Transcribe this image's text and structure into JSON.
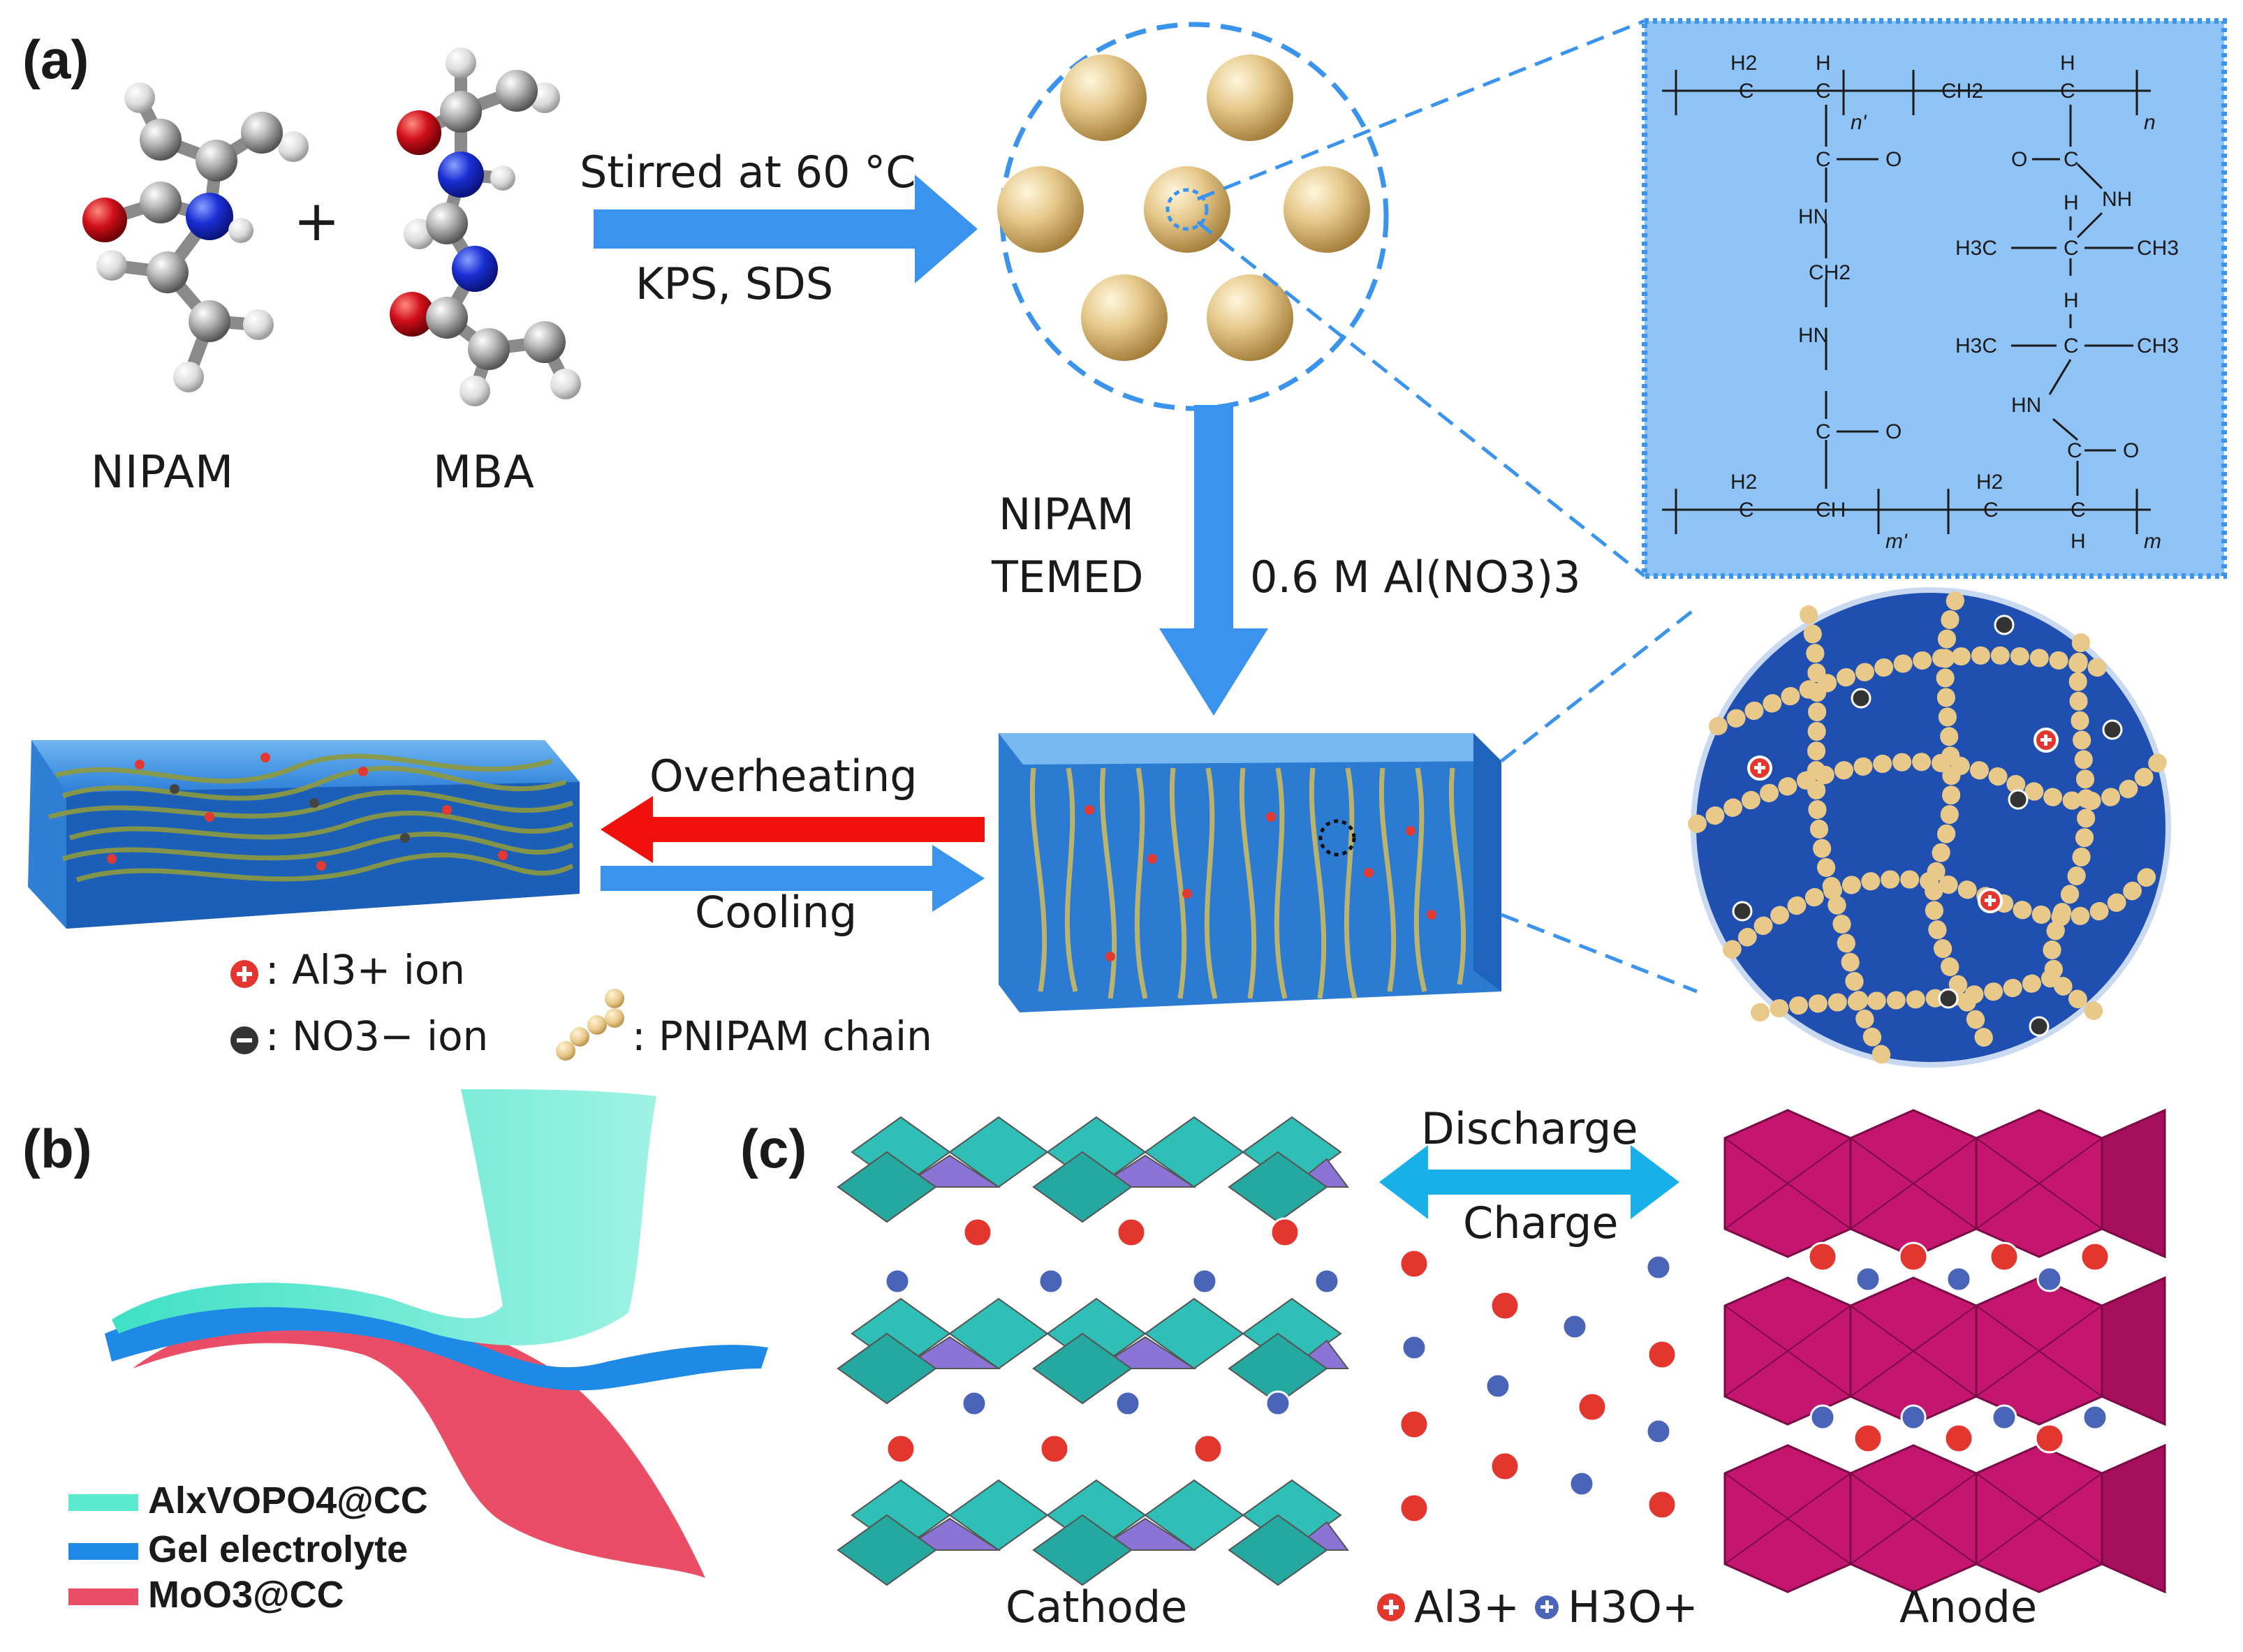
{
  "panels": {
    "a": "(a)",
    "b": "(b)",
    "c": "(c)"
  },
  "molecules": {
    "nipam": "NIPAM",
    "mba": "MBA",
    "plus": "+"
  },
  "synthesis": {
    "step1_top": "Stirred at 60 °C",
    "step1_bottom": "KPS, SDS",
    "step2_left_1": "NIPAM",
    "step2_left_2": "TEMED",
    "step2_right": "0.6 M Al(NO3)3"
  },
  "chem_structure": {
    "h2": "H2",
    "h": "H",
    "c": "C",
    "ch2": "CH2",
    "ch": "CH",
    "o": "O",
    "nh": "NH",
    "hn": "HN",
    "h3c": "H3C",
    "ch3": "CH3",
    "sub_n_prime": "n'",
    "sub_n": "n",
    "sub_m_prime": "m'",
    "sub_m": "m"
  },
  "thermal": {
    "overheating": "Overheating",
    "cooling": "Cooling"
  },
  "legend_a": {
    "al_ion": ": Al3+  ion",
    "no3_ion": ": NO3−  ion",
    "pnipam": ": PNIPAM chain"
  },
  "legend_b": {
    "cathode_layer": "AlxVOPO4@CC",
    "gel": "Gel electrolyte",
    "anode_layer": "MoO3@CC"
  },
  "panel_c": {
    "discharge": "Discharge",
    "charge": "Charge",
    "cathode": "Cathode",
    "anode": "Anode",
    "al_legend": "Al3+",
    "h3o_legend": "H3O+"
  },
  "colors": {
    "arrow_blue": "#3a93ec",
    "arrow_red": "#f0100c",
    "chem_bg": "#8fc2f5",
    "gel_blue": "#1f4fb0",
    "bead": "#e8c98a",
    "cathode_teal": "#2fbfb6",
    "anode_magenta": "#c4166f",
    "al_red": "#e0302a",
    "h3o_blue": "#4a64b8"
  }
}
